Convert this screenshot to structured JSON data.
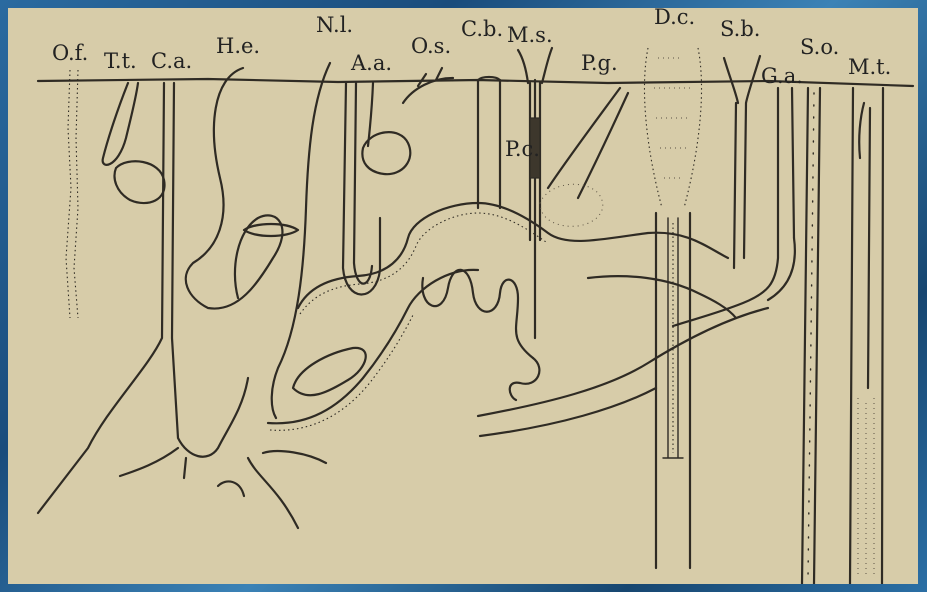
{
  "figure": {
    "labels": [
      {
        "id": "of",
        "text": "O.f."
      },
      {
        "id": "tt",
        "text": "T.t."
      },
      {
        "id": "ca",
        "text": "C.a."
      },
      {
        "id": "he",
        "text": "H.e."
      },
      {
        "id": "nl",
        "text": "N.l."
      },
      {
        "id": "aa",
        "text": "A.a."
      },
      {
        "id": "os",
        "text": "O.s."
      },
      {
        "id": "cb",
        "text": "C.b."
      },
      {
        "id": "ms",
        "text": "M.s."
      },
      {
        "id": "pg",
        "text": "P.g."
      },
      {
        "id": "pc",
        "text": "P.c."
      },
      {
        "id": "dc",
        "text": "D.c."
      },
      {
        "id": "sb",
        "text": "S.b."
      },
      {
        "id": "ga",
        "text": "G.a."
      },
      {
        "id": "so",
        "text": "S.o."
      },
      {
        "id": "mt",
        "text": "M.t."
      }
    ]
  },
  "colors": {
    "paper": "#d7cca9",
    "ink": "#2f2b24",
    "frame": "#1c4a74"
  }
}
